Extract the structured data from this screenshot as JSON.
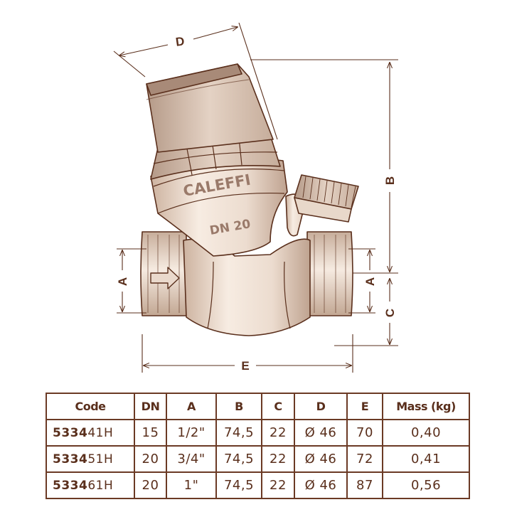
{
  "drawing": {
    "brand": "CALEFFI",
    "size_marking": "DN 20",
    "dimension_labels": {
      "a_left": "A",
      "a_right": "A",
      "b": "B",
      "c": "C",
      "d": "D",
      "e": "E"
    }
  },
  "table": {
    "headers": [
      "Code",
      "DN",
      "A",
      "B",
      "C",
      "D",
      "E",
      "Mass (kg)"
    ],
    "rows": [
      {
        "code_prefix": "5334",
        "code_suffix": "41H",
        "dn": "15",
        "a": "1/2\"",
        "b": "74,5",
        "c": "22",
        "d": "Ø 46",
        "e": "70",
        "mass": "0,40"
      },
      {
        "code_prefix": "5334",
        "code_suffix": "51H",
        "dn": "20",
        "a": "3/4\"",
        "b": "74,5",
        "c": "22",
        "d": "Ø 46",
        "e": "72",
        "mass": "0,41"
      },
      {
        "code_prefix": "5334",
        "code_suffix": "61H",
        "dn": "20",
        "a": "1\"",
        "b": "74,5",
        "c": "22",
        "d": "Ø 46",
        "e": "87",
        "mass": "0,56"
      }
    ]
  },
  "colors": {
    "ink": "#5a2f1c",
    "body_light": "#f5e8dc",
    "body_mid": "#d9c2b0",
    "body_dark": "#a88a78"
  }
}
